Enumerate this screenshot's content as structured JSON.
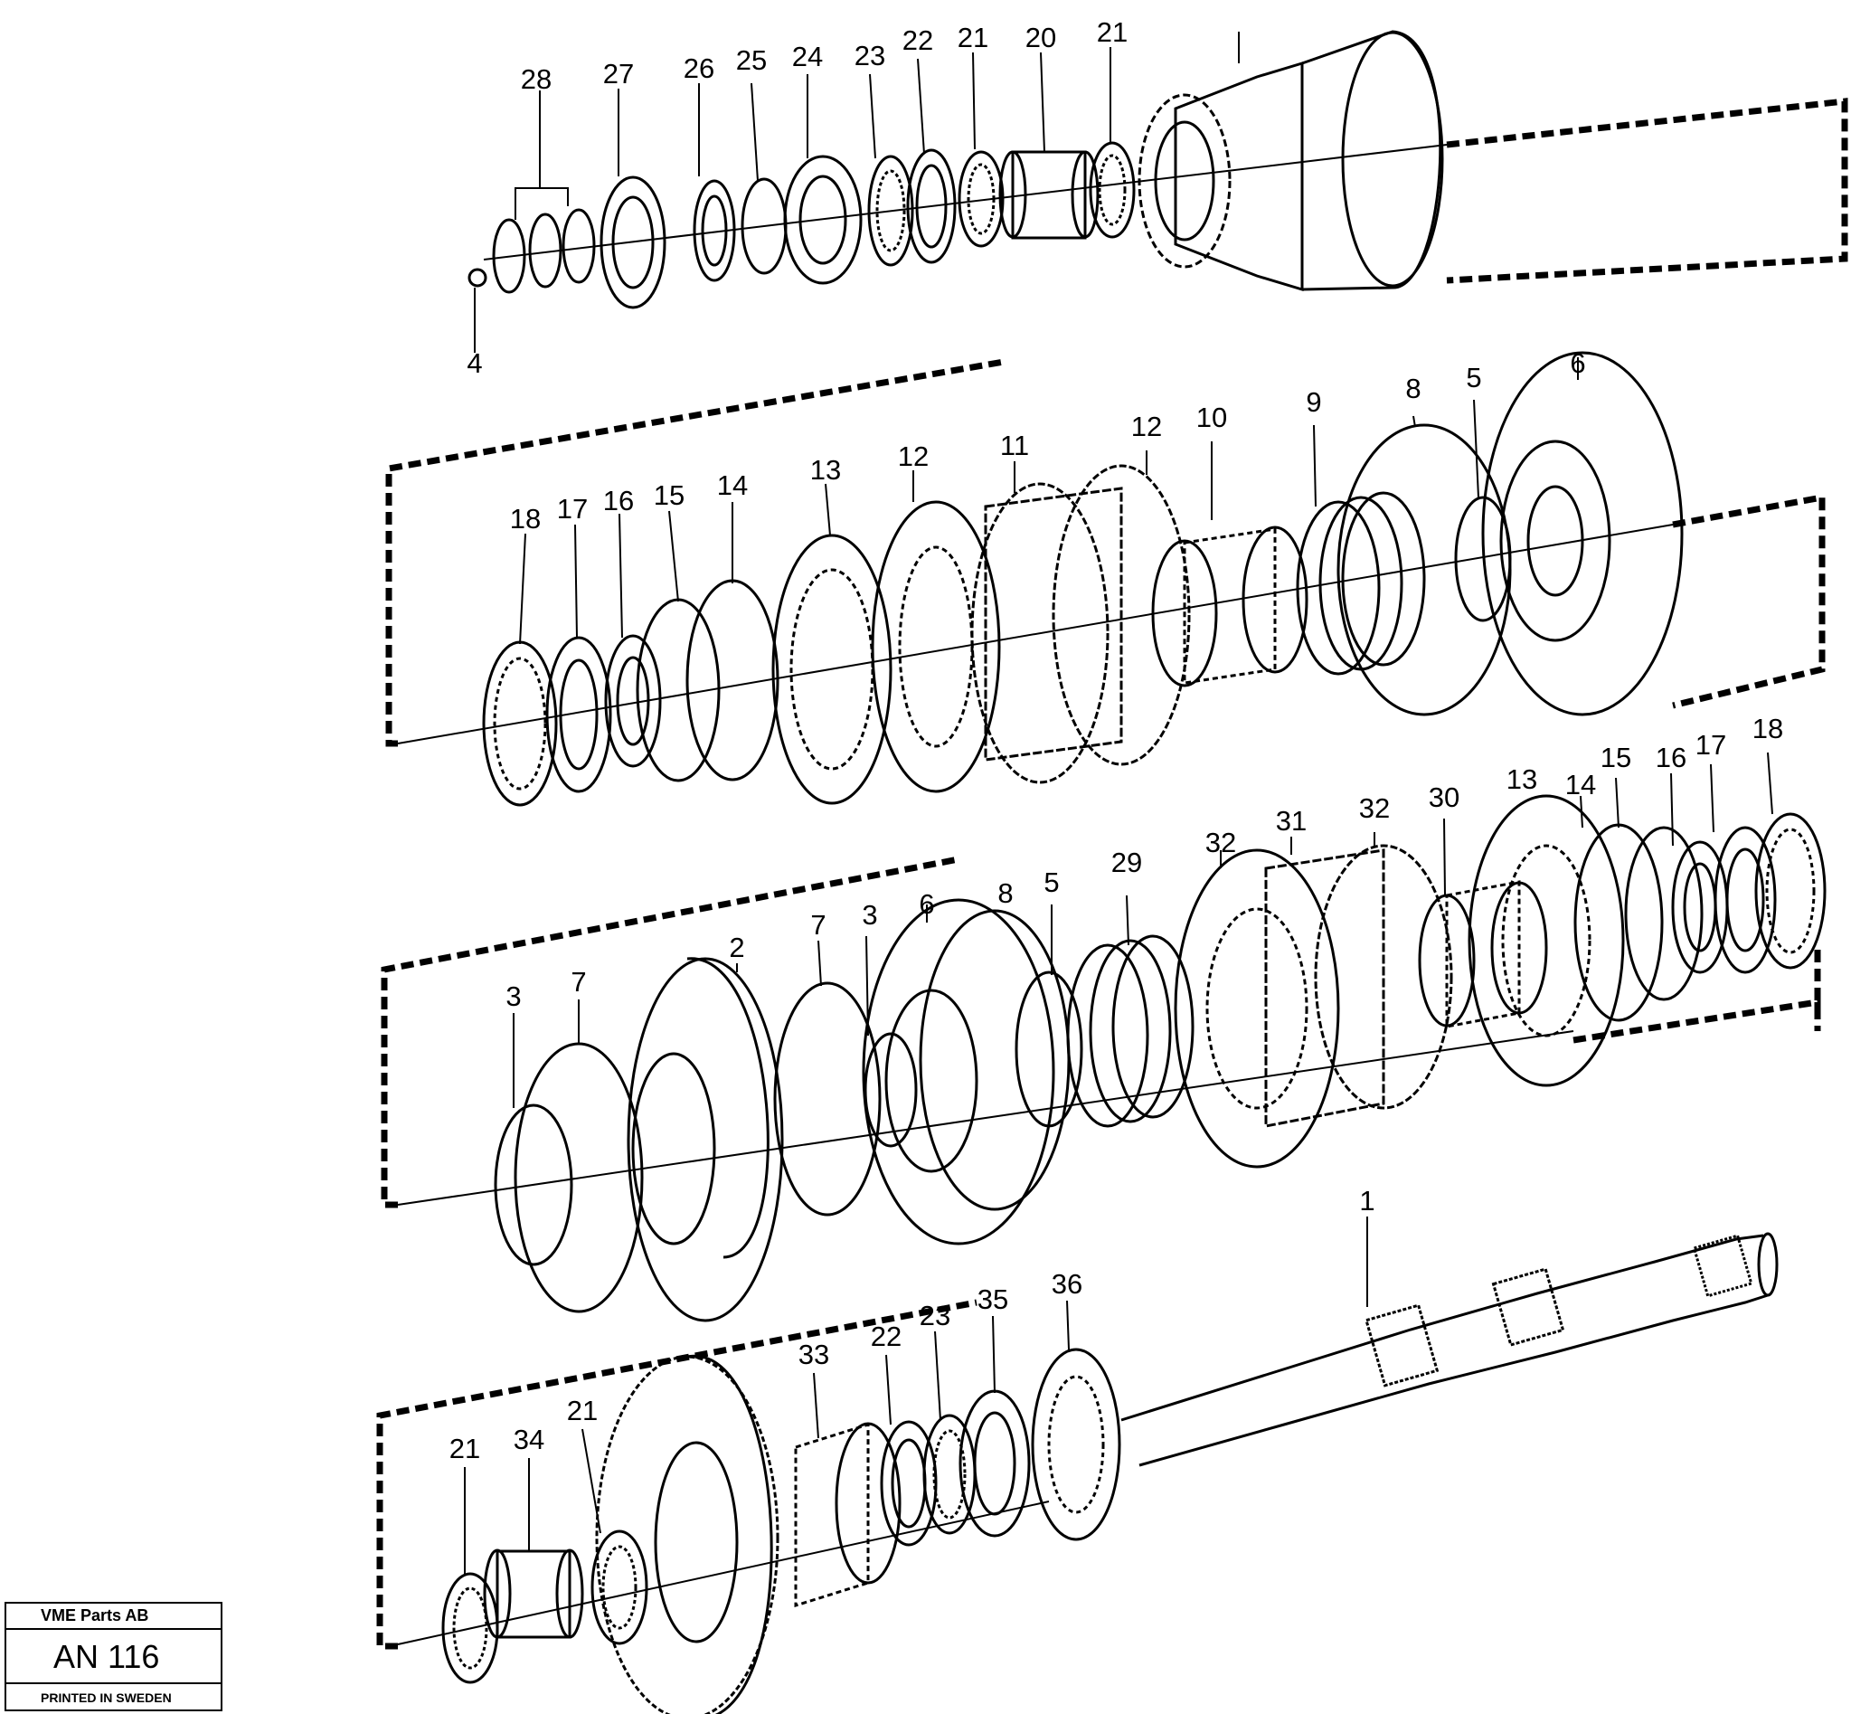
{
  "callouts": {
    "row1": [
      "28",
      "27",
      "26",
      "25",
      "24",
      "23",
      "22",
      "21",
      "20",
      "21",
      "4"
    ],
    "row2": [
      "18",
      "17",
      "16",
      "15",
      "14",
      "13",
      "12",
      "11",
      "12",
      "10",
      "9",
      "8",
      "5",
      "6"
    ],
    "row3": [
      "3",
      "7",
      "2",
      "7",
      "3",
      "6",
      "8",
      "5",
      "29",
      "32",
      "31",
      "32",
      "30",
      "13",
      "14",
      "15",
      "16",
      "17",
      "18"
    ],
    "row4": [
      "21",
      "34",
      "21",
      "33",
      "22",
      "23",
      "35",
      "36",
      "1"
    ]
  },
  "stamp": {
    "company": "VME Parts AB",
    "code": "AN 116",
    "printed": "PRINTED IN SWEDEN"
  }
}
